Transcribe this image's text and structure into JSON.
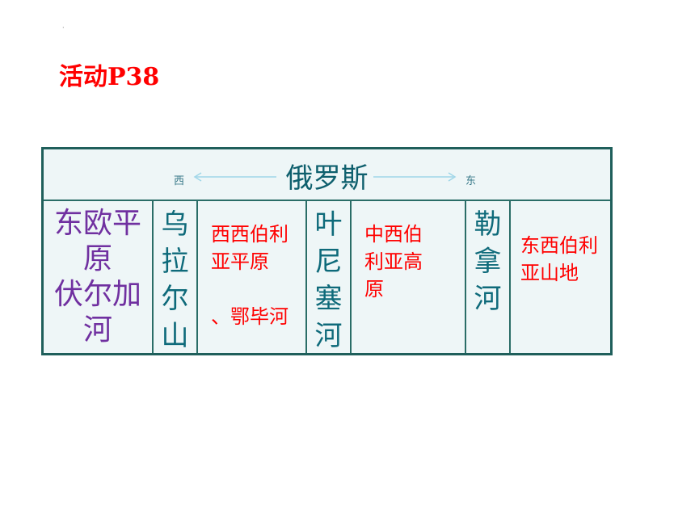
{
  "dot": "·",
  "title": "活动P38",
  "table": {
    "header": {
      "title": "俄罗斯",
      "west": "西",
      "east": "东"
    },
    "cells": {
      "c1_line1": "东欧平",
      "c1_line2": "原",
      "c1_line3": "伏尔加",
      "c1_line4": "河",
      "c2_line1": "乌",
      "c2_line2": "拉",
      "c2_line3": "尔",
      "c2_line4": "山",
      "c3_line1": "西西伯利",
      "c3_line2": "亚平原",
      "c3_line3": "、鄂毕河",
      "c4_line1": "叶",
      "c4_line2": "尼",
      "c4_line3": "塞",
      "c4_line4": "河",
      "c5_line1": "中西伯",
      "c5_line2": "利亚高",
      "c5_line3": "原",
      "c6_line1": "勒",
      "c6_line2": "拿",
      "c6_line3": "河",
      "c7_line1": "东西伯利",
      "c7_line2": "亚山地"
    }
  },
  "colors": {
    "title": "#ff0000",
    "border": "#1f5f5b",
    "purple": "#7030a0",
    "teal": "#0e6a7a",
    "red": "#ff0000"
  }
}
